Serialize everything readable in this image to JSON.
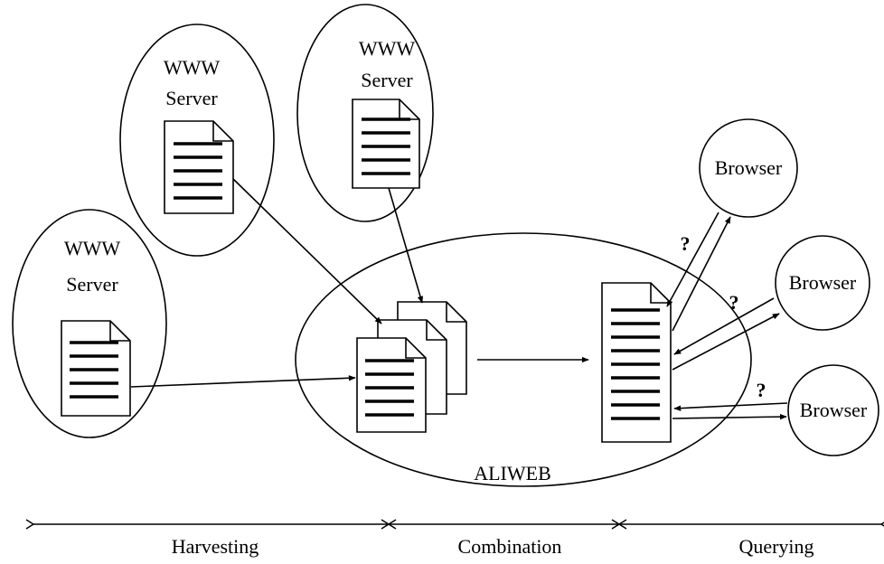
{
  "nodes": {
    "server_left": {
      "line1": "WWW",
      "line2": "Server"
    },
    "server_mid": {
      "line1": "WWW",
      "line2": "Server"
    },
    "server_top": {
      "line1": "WWW",
      "line2": "Server"
    },
    "aliweb": {
      "label": "ALIWEB"
    },
    "browsers": [
      "Browser",
      "Browser",
      "Browser"
    ]
  },
  "query_marks": [
    "?",
    "?",
    "?"
  ],
  "phases": [
    "Harvesting",
    "Combination",
    "Querying"
  ]
}
